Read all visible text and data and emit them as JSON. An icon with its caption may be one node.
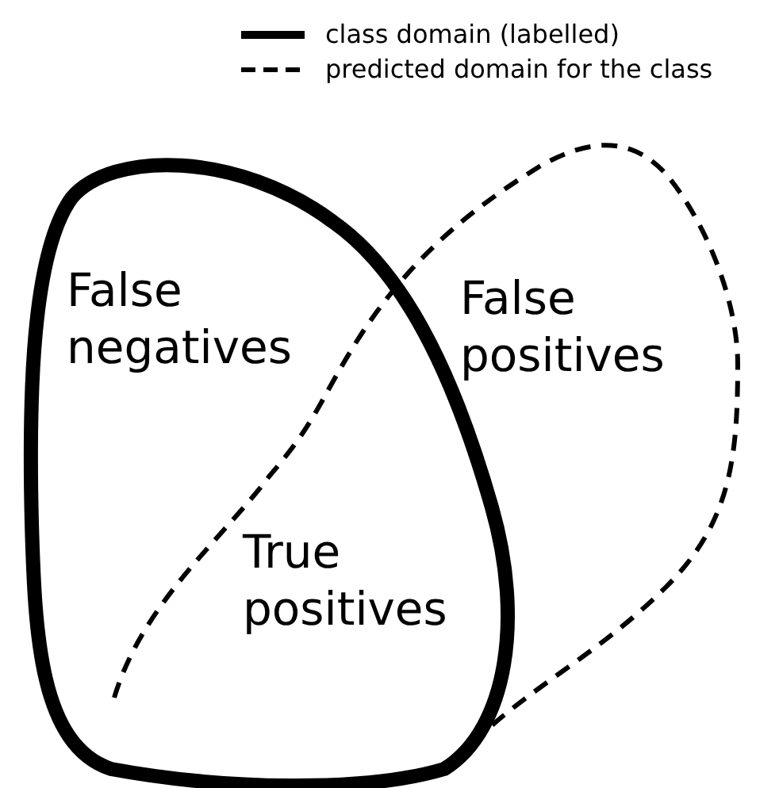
{
  "diagram": {
    "labels": [
      "False negatives",
      "False positives",
      "True positives"
    ],
    "legend": [
      {
        "text": "class domain (labelled)"
      },
      {
        "text": "predicted domain for the class"
      }
    ]
  }
}
